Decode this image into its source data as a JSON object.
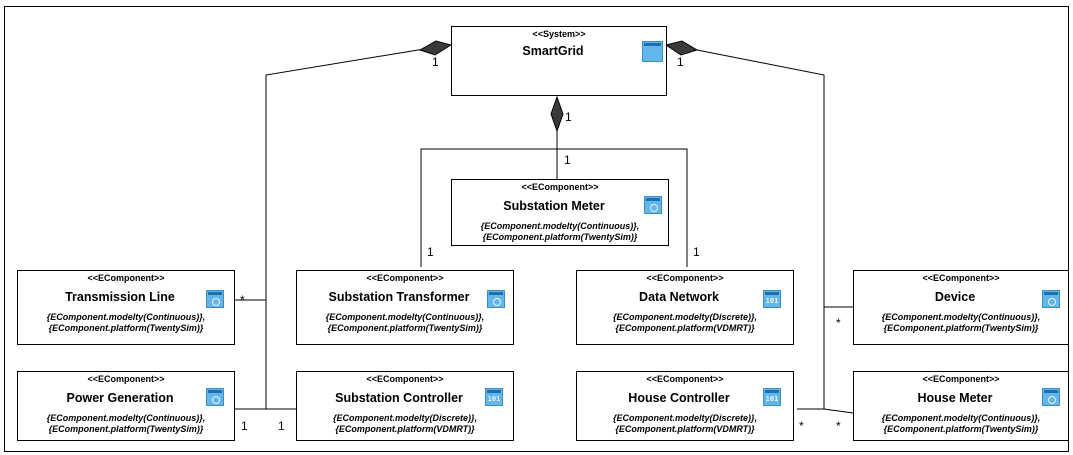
{
  "system": {
    "stereotype": "<<System>>",
    "name": "SmartGrid"
  },
  "components": [
    {
      "id": "substation-meter",
      "stereotype": "<<EComponent>>",
      "name": "Substation Meter",
      "constraint1": "{EComponent.modelty(Continuous)},",
      "constraint2": "{EComponent.platform(TwentySim)}",
      "icon": "continuous-component-icon"
    },
    {
      "id": "transmission-line",
      "stereotype": "<<EComponent>>",
      "name": "Transmission Line",
      "constraint1": "{EComponent.modelty(Continuous)},",
      "constraint2": "{EComponent.platform(TwentySim)}",
      "icon": "continuous-component-icon"
    },
    {
      "id": "substation-transformer",
      "stereotype": "<<EComponent>>",
      "name": "Substation Transformer",
      "constraint1": "{EComponent.modelty(Continuous)},",
      "constraint2": "{EComponent.platform(TwentySim)}",
      "icon": "continuous-component-icon"
    },
    {
      "id": "data-network",
      "stereotype": "<<EComponent>>",
      "name": "Data Network",
      "constraint1": "{EComponent.modelty(Discrete)},",
      "constraint2": "{EComponent.platform(VDMRT)}",
      "icon": "discrete-component-icon"
    },
    {
      "id": "device",
      "stereotype": "<<EComponent>>",
      "name": "Device",
      "constraint1": "{EComponent.modelty(Continuous)},",
      "constraint2": "{EComponent.platform(TwentySim)}",
      "icon": "continuous-component-icon"
    },
    {
      "id": "power-generation",
      "stereotype": "<<EComponent>>",
      "name": "Power Generation",
      "constraint1": "{EComponent.modelty(Continuous)},",
      "constraint2": "{EComponent.platform(TwentySim)}",
      "icon": "continuous-component-icon"
    },
    {
      "id": "substation-controller",
      "stereotype": "<<EComponent>>",
      "name": "Substation Controller",
      "constraint1": "{EComponent.modelty(Discrete)},",
      "constraint2": "{EComponent.platform(VDMRT)}",
      "icon": "discrete-component-icon"
    },
    {
      "id": "house-controller",
      "stereotype": "<<EComponent>>",
      "name": "House Controller",
      "constraint1": "{EComponent.modelty(Discrete)},",
      "constraint2": "{EComponent.platform(VDMRT)}",
      "icon": "discrete-component-icon"
    },
    {
      "id": "house-meter",
      "stereotype": "<<EComponent>>",
      "name": "House Meter",
      "constraint1": "{EComponent.modelty(Continuous)},",
      "constraint2": "{EComponent.platform(TwentySim)}",
      "icon": "continuous-component-icon"
    }
  ],
  "icons": {
    "binary_label": "101"
  },
  "multiplicities": {
    "one": "1",
    "many": "*"
  },
  "colors": {
    "icon_fill": "#63b5ea",
    "line": "#000000"
  }
}
